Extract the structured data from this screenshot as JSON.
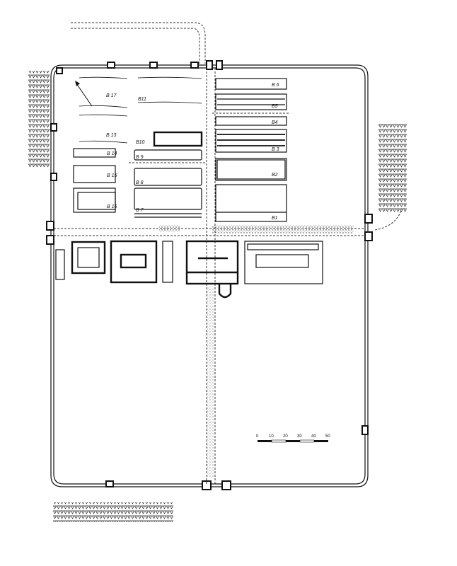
{
  "title": "Roman fort ground plan",
  "buildings": {
    "b1": "B1",
    "b2": "B2",
    "b3": "B 3",
    "b4": "B4",
    "b5": "B5",
    "b6": "B 6",
    "b7": "B 7",
    "b8": "B 8",
    "b9": "B 9",
    "b10": "B10",
    "b11": "B11",
    "b13": "B 13",
    "b14": "B 14",
    "b15": "B 15",
    "b16": "B 16",
    "b17": "B 17"
  },
  "scale_bar": {
    "ticks": [
      "0",
      "10",
      "20",
      "30",
      "40",
      "50"
    ]
  },
  "colors": {
    "ink": "#111111",
    "paper": "#ffffff"
  }
}
